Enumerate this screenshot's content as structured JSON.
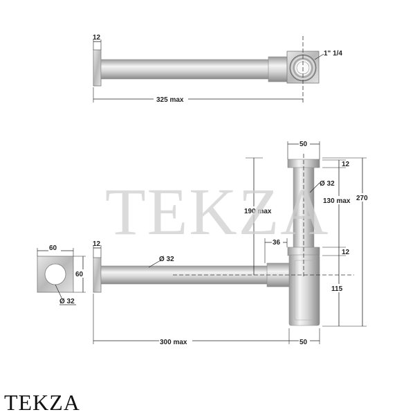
{
  "brand": {
    "watermark": "TEKZA",
    "logo": "TEKZA"
  },
  "colors": {
    "metal_dark": "#8c8c8c",
    "metal_light": "#f2f2f2",
    "line": "#222222"
  },
  "top_view": {
    "flange_thickness": "12",
    "tube_length": "325 max",
    "thread": "1\" 1/4"
  },
  "front_view": {
    "top_width": "50",
    "cap_height": "12",
    "tube_diameter": "Ø 32",
    "inner_height": "130 max",
    "overall_height": "270",
    "drop_height": "190 max",
    "outlet_offset": "36",
    "joint_height": "12",
    "body_height": "115",
    "horizontal_tube_diameter": "Ø 32",
    "wall_flange_thickness": "12",
    "outlet_length": "300 max",
    "bottom_width": "50"
  },
  "rosette": {
    "width": "60",
    "height": "60",
    "hole_diameter": "Ø 32"
  }
}
